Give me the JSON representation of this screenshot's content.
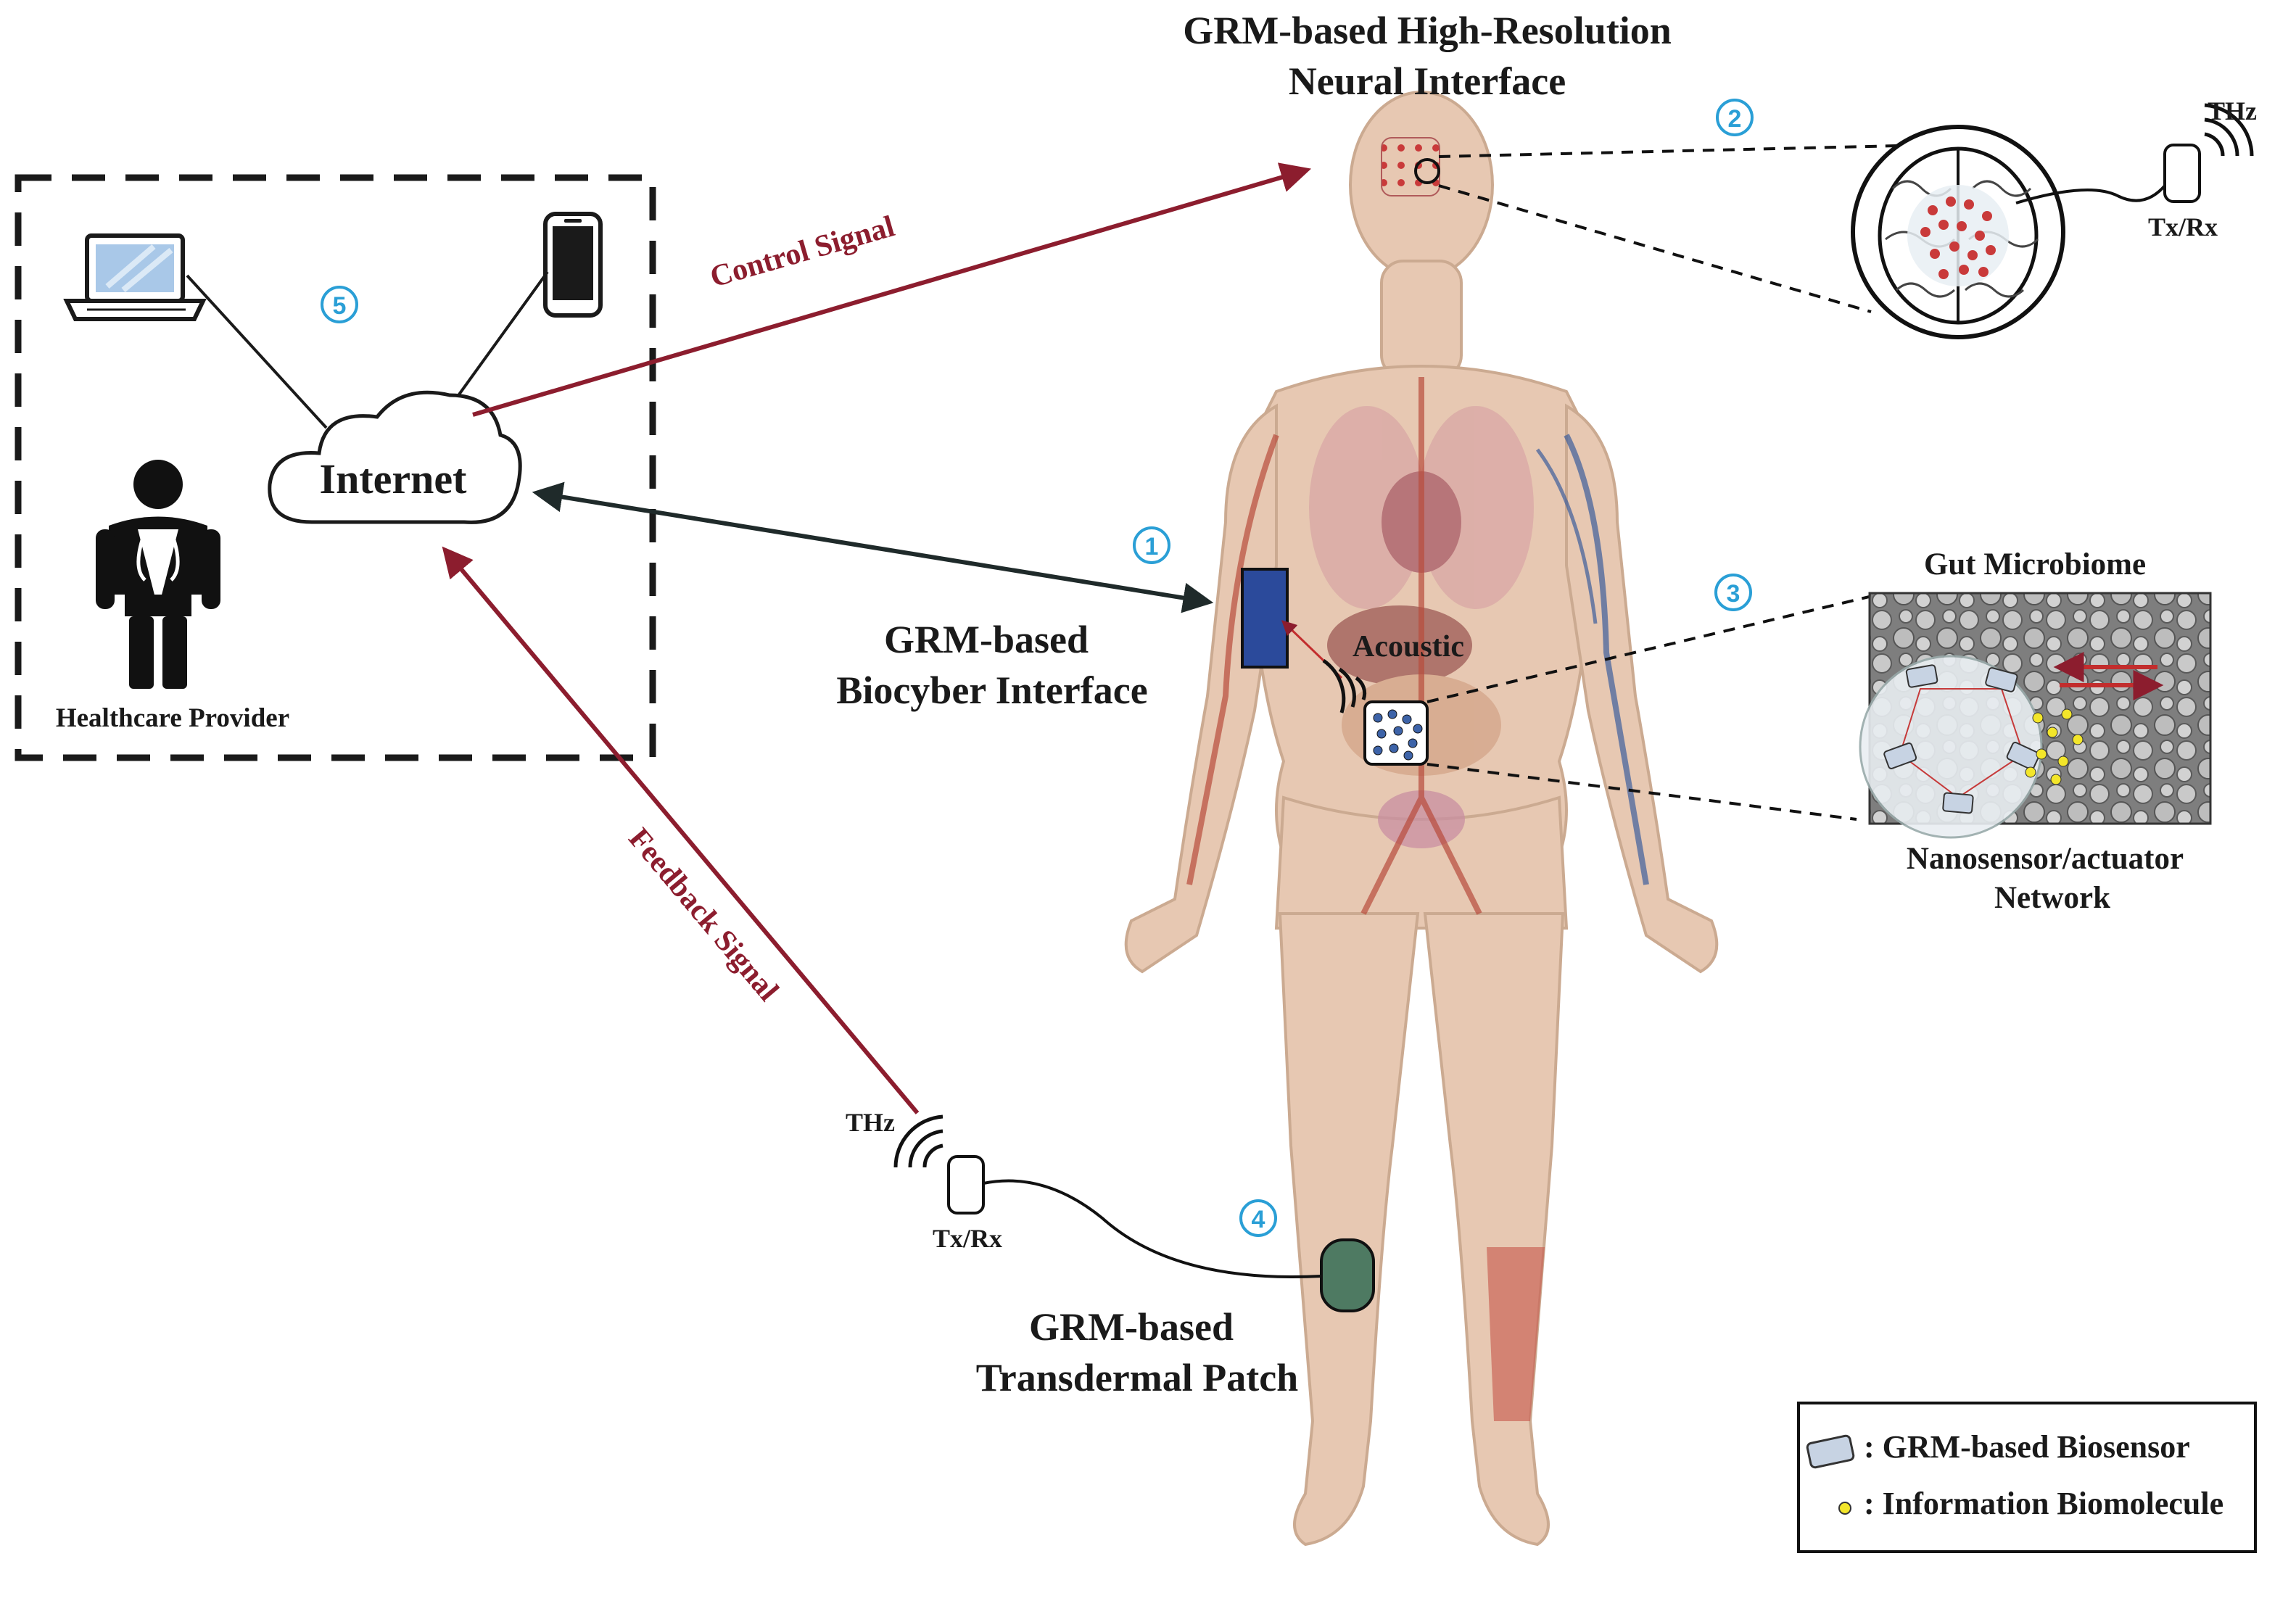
{
  "labels": {
    "neural_title_1": "GRM-based High-Resolution",
    "neural_title_2": "Neural Interface",
    "control_signal": "Control Signal",
    "feedback_signal": "Feedback Signal",
    "internet": "Internet",
    "healthcare_provider": "Healthcare Provider",
    "biocyber_1": "GRM-based",
    "biocyber_2": "Biocyber Interface",
    "acoustic": "Acoustic",
    "gut_microbiome": "Gut Microbiome",
    "nano_1": "Nanosensor/actuator",
    "nano_2": "Network",
    "thz_top": "THz",
    "txrx_top": "Tx/Rx",
    "thz_bottom": "THz",
    "txrx_bottom": "Tx/Rx",
    "patch_1": "GRM-based",
    "patch_2": "Transdermal Patch"
  },
  "markers": [
    "1",
    "2",
    "3",
    "4",
    "5"
  ],
  "legend": {
    "biosensor": ": GRM-based Biosensor",
    "biomolecule": ": Information Biomolecule"
  },
  "colors": {
    "signal_red": "#8c1d2e",
    "marker_blue": "#2a9fd6",
    "device_blue": "#2b4a9b",
    "patch_green": "#4e7a62"
  },
  "icons": [
    "laptop-icon",
    "smartphone-icon",
    "doctor-icon",
    "cloud-icon",
    "antenna-icon",
    "brain-icon"
  ]
}
